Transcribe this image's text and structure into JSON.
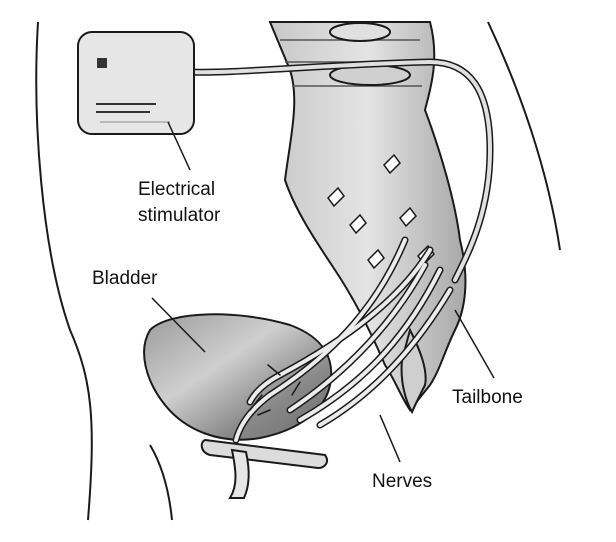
{
  "labels": {
    "stimulator_line1": "Electrical",
    "stimulator_line2": "stimulator",
    "bladder": "Bladder",
    "tailbone": "Tailbone",
    "nerves": "Nerves"
  },
  "colors": {
    "outline": "#1a1a1a",
    "bone_fill": "#d9d9d9",
    "bone_shadow": "#9a9a9a",
    "bladder_fill": "#8f8f8f",
    "device_fill": "#e6e6e6",
    "nerve_fill": "#e8e8e8"
  }
}
